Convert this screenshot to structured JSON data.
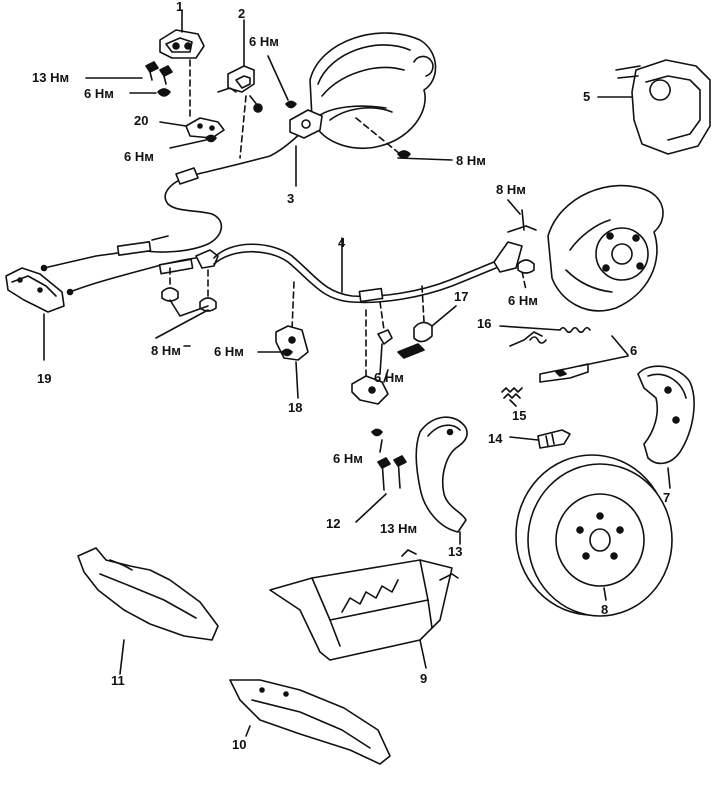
{
  "labels": {
    "n1": "1",
    "n2": "2",
    "n3": "3",
    "n4": "4",
    "n5": "5",
    "n6": "6",
    "n7": "7",
    "n8": "8",
    "n9": "9",
    "n10": "10",
    "n11": "11",
    "n12": "12",
    "n13": "13",
    "n14": "14",
    "n15": "15",
    "n16": "16",
    "n17": "17",
    "n18": "18",
    "n19": "19",
    "n20": "20"
  },
  "torques": {
    "t13a": "13 Нм",
    "t6a": "6 Нм",
    "t6b": "6 Нм",
    "t6c": "6 Нм",
    "t8a": "8 Нм",
    "t8b": "8 Нм",
    "t6d": "6 Нм",
    "t8c": "8 Нм",
    "t6e": "6 Нм",
    "t6f": "6 Нм",
    "t6g": "6 Нм",
    "t13b": "13 Нм"
  }
}
